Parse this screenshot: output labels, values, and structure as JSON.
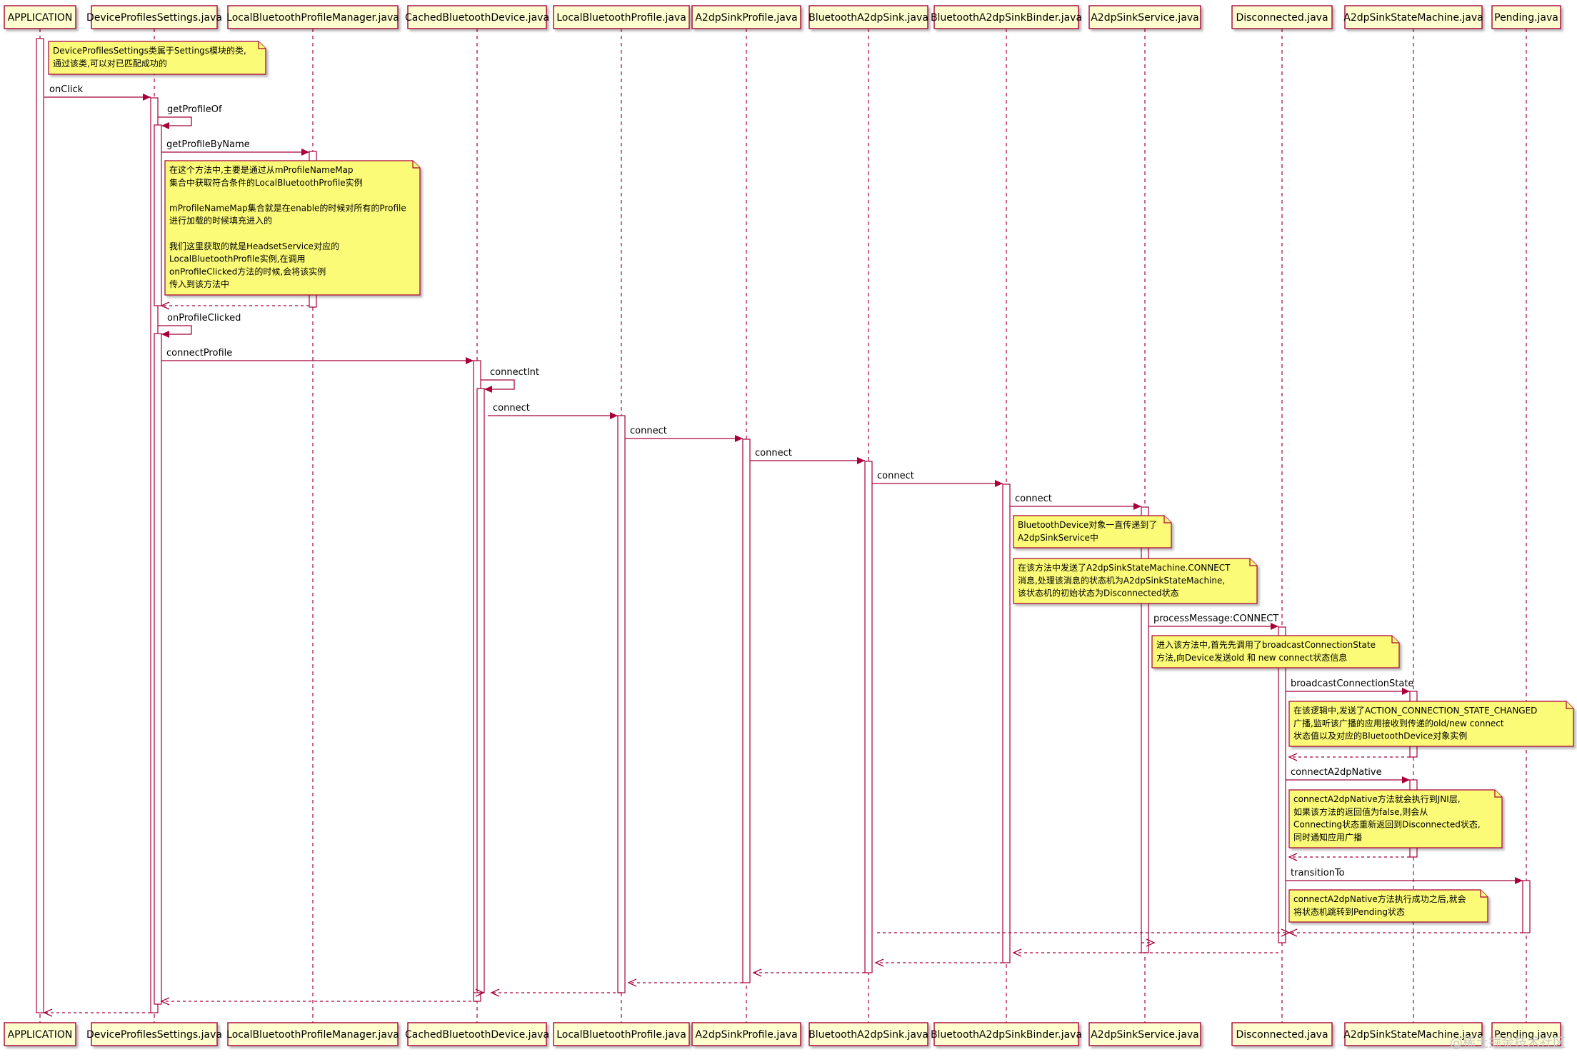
{
  "participants": [
    "APPLICATION",
    "DeviceProfilesSettings.java",
    "LocalBluetoothProfileManager.java",
    "CachedBluetoothDevice.java",
    "LocalBluetoothProfile.java",
    "A2dpSinkProfile.java",
    "BluetoothA2dpSink.java",
    "BluetoothA2dpSinkBinder.java",
    "A2dpSinkService.java",
    "Disconnected.java",
    "A2dpSinkStateMachine.java",
    "Pending.java"
  ],
  "messages": [
    {
      "from": 0,
      "to": 1,
      "label": "onClick"
    },
    {
      "from": 1,
      "to": 1,
      "label": "getProfileOf"
    },
    {
      "from": 1,
      "to": 2,
      "label": "getProfileByName"
    },
    {
      "from": 1,
      "to": 1,
      "label": "onProfileClicked"
    },
    {
      "from": 1,
      "to": 3,
      "label": "connectProfile"
    },
    {
      "from": 3,
      "to": 3,
      "label": "connectInt"
    },
    {
      "from": 3,
      "to": 4,
      "label": "connect"
    },
    {
      "from": 4,
      "to": 5,
      "label": "connect"
    },
    {
      "from": 5,
      "to": 6,
      "label": "connect"
    },
    {
      "from": 6,
      "to": 7,
      "label": "connect"
    },
    {
      "from": 7,
      "to": 8,
      "label": "connect"
    },
    {
      "from": 8,
      "to": 9,
      "label": "processMessage:CONNECT"
    },
    {
      "from": 9,
      "to": 10,
      "label": "broadcastConnectionState"
    },
    {
      "from": 9,
      "to": 10,
      "label": "connectA2dpNative"
    },
    {
      "from": 9,
      "to": 11,
      "label": "transitionTo"
    }
  ],
  "notes": [
    {
      "lines": [
        "DeviceProfilesSettings类属于Settings模块的类,",
        "通过该类,可以对已匹配成功的"
      ]
    },
    {
      "lines": [
        "在这个方法中,主要是通过从mProfileNameMap",
        "集合中获取符合条件的LocalBluetoothProfile实例",
        "",
        "mProfileNameMap集合就是在enable的时候对所有的Profile",
        "进行加载的时候填充进入的",
        "",
        "我们这里获取的就是HeadsetService对应的",
        "LocalBluetoothProfile实例,在调用",
        "onProfileClicked方法的时候,会将该实例",
        "传入到该方法中"
      ]
    },
    {
      "lines": [
        "BluetoothDevice对象一直传递到了",
        "A2dpSinkService中"
      ]
    },
    {
      "lines": [
        "在该方法中发送了A2dpSinkStateMachine.CONNECT",
        "消息,处理该消息的状态机为A2dpSinkStateMachine,",
        "该状态机的初始状态为Disconnected状态"
      ]
    },
    {
      "lines": [
        "进入该方法中,首先先调用了broadcastConnectionState",
        "方法,向Device发送old 和 new connect状态信息"
      ]
    },
    {
      "lines": [
        "在该逻辑中,发送了ACTION_CONNECTION_STATE_CHANGED",
        "广播,监听该广播的应用接收到传递的old/new connect",
        "状态值以及对应的BluetoothDevice对象实例"
      ]
    },
    {
      "lines": [
        "connectA2dpNative方法就会执行到JNI层,",
        "如果该方法的返回值为false,则会从",
        "Connecting状态重新返回到Disconnected状态,",
        "同时通知应用广播"
      ]
    },
    {
      "lines": [
        "connectA2dpNative方法执行成功之后,就会",
        "将状态机跳转到Pending状态"
      ]
    }
  ],
  "watermark": "@稀土掘金技术社区",
  "colors": {
    "line": "#A80036",
    "participant_fill": "#FEFECE",
    "note_fill": "#FBFB77",
    "activation_fill": "#FFFFFF"
  }
}
